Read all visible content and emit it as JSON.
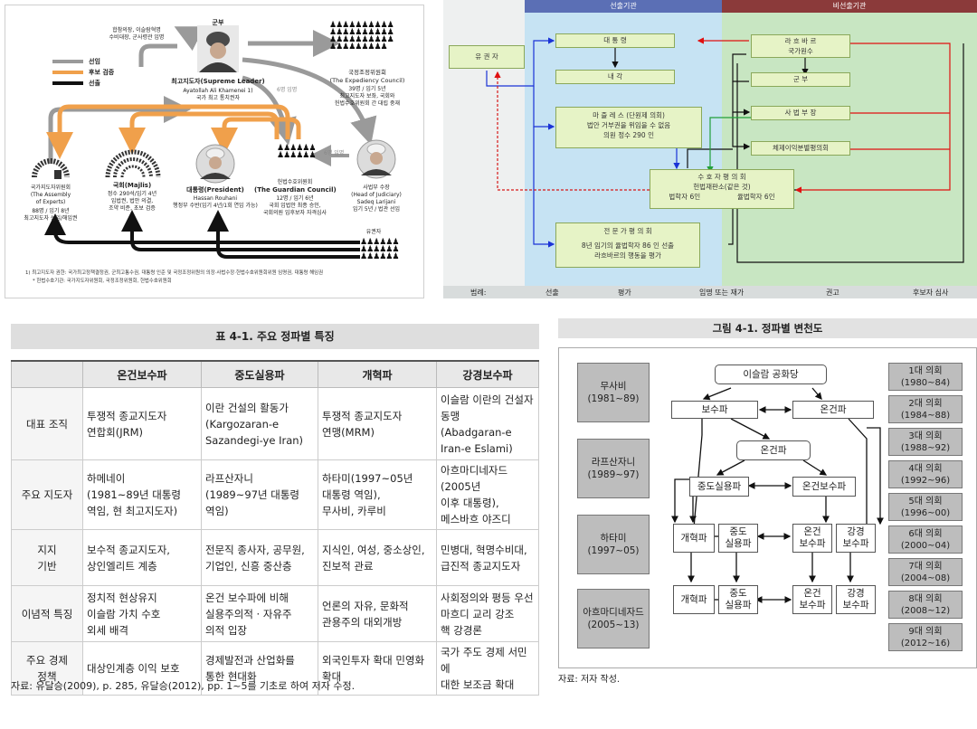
{
  "panel_a": {
    "army": "군부",
    "army_sub1": "합참의장, 이슬람혁명",
    "army_sub2": "수비대장, 군사령관 임명",
    "legend_1": "선임",
    "legend_2": "후보 검증",
    "legend_3": "선출",
    "supreme": "최고지도자(Supreme Leader)",
    "supreme_sub1": "Ayatollah Ali Khamenei 1)",
    "supreme_sub2": "국가 최고 통치권자",
    "expediency": "국정조정위원회",
    "expediency_en": "(The Expediency Council)",
    "expediency_sub1": "39명 / 임기 5년",
    "expediency_sub2": "최고지도자 보좌, 국회와",
    "expediency_sub3": "헌법수호위원회 간 대립 중재",
    "six_appoint_1": "6명 임명",
    "six_appoint_2": "6명 임명",
    "assembly": "국가지도자위원회",
    "assembly_en1": "(The Assembly",
    "assembly_en2": "of Experts)",
    "assembly_sub1": "88명 / 임기 8년",
    "assembly_sub2": "최고지도자 선임/해임권",
    "majlis": "국회(Majlis)",
    "majlis_sub1": "정수 290석/임기 4년",
    "majlis_sub2": "입법권, 법안 의결,",
    "majlis_sub3": "조약 비준, 초보 검증",
    "president": "대통령(President)",
    "president_sub1": "Hassan Rouhani",
    "president_sub2": "행정부 수반(임기 4년/1회 연임 가능)",
    "guardian": "헌법수호위원회",
    "guardian_en": "(The Guardian Council)",
    "guardian_sub1": "12명 / 임기 6년",
    "guardian_sub2": "국회 입법안 최종 승인,",
    "guardian_sub3": "국회의원 입후보자 자격심사",
    "judiciary": "사법부 수장",
    "judiciary_en": "(Head of Judiciary)",
    "judiciary_sub1": "Sadeq Larijani",
    "judiciary_sub2": "임기 5년 / 법관 선임",
    "voters": "유권자",
    "footnote_1": "1) 최고지도자 권한: 국가최고정책결정권, 군최고통수권, 대통령 인준 및 국정조정위원의 의장·사법수장·헌법수호위원회위원 임명권, 대통령 해임권",
    "footnote_2": "* 헌법수호기관: 국가지도자위원회, 국정조정위원회, 헌법수호위원회"
  },
  "panel_b": {
    "header_left": "선출기관",
    "header_right": "비선출기관",
    "voter": "유 권 자",
    "president": "대 통 령",
    "cabinet": "내    각",
    "majlis": "마 즐 레 스 (단원제 의회)",
    "majlis_sub1": "법안 거부권을 위임을 수 없음",
    "majlis_sub2": "의원 정수 290 인",
    "leader": "라 흐 바 르",
    "leader_sub": "국가원수",
    "army": "군    부",
    "judiciary": "사 법 부 장",
    "expediency": "체제이익분별평의회",
    "guardian": "수 호 자 평 의 회",
    "guardian_sub1": "헌법재판소(같은 것)",
    "guardian_sub2": "법학자 6인",
    "guardian_sub3": "율법학자 6인",
    "experts": "전 문 가 평 의 회",
    "experts_sub1": "8년 임기의 율법학자 86 인 선출",
    "experts_sub2": "라흐바르의 행동을 평가",
    "legend_label": "범례:",
    "legend_1": "선출",
    "legend_2": "평가",
    "legend_3": "임명 또는 재가",
    "legend_4": "권고",
    "legend_5": "후보자 심사",
    "colors": {
      "blue": "#1a33d6",
      "red": "#e01010",
      "black": "#111111",
      "green": "#22a03a",
      "dashed_red": "#d81818",
      "elected_bg": "#c6e3f3",
      "unelected_bg": "#c8e6c2",
      "box": "#e6f3c6"
    }
  },
  "table": {
    "title": "표 4-1. 주요 정파별 특징",
    "columns": [
      "",
      "온건보수파",
      "중도실용파",
      "개혁파",
      "강경보수파"
    ],
    "rows": [
      {
        "head": "대표 조직",
        "cells": [
          "투쟁적 종교지도자\n연합회(JRM)",
          "이란 건설의 활동가\n(Kargozaran-e\nSazandegi-ye Iran)",
          "투쟁적 종교지도자\n연맹(MRM)",
          "이슬람 이란의 건설자\n동맹\n(Abadgaran-e\nIran-e Eslami)"
        ]
      },
      {
        "head": "주요 지도자",
        "cells": [
          "하메네이\n(1981~89년 대통령\n역임, 현 최고지도자)",
          "라프산자니\n(1989~97년 대통령\n역임)",
          "하타미(1997~05년\n대통령 역임),\n무사비, 카루비",
          "아흐마디네자드(2005년\n이후 대통령),\n메스바흐 야즈디"
        ]
      },
      {
        "head": "지지\n기반",
        "cells": [
          "보수적 종교지도자,\n상인엘리트 계층",
          "전문직 종사자, 공무원,\n기업인, 신흥 중산층",
          "지식인, 여성, 중소상인,\n진보적 관료",
          "민병대, 혁명수비대,\n급진적 종교지도자"
        ]
      },
      {
        "head": "이념적 특징",
        "cells": [
          "정치적 현상유지\n이슬람 가치 수호\n외세 배격",
          "온건 보수파에 비해\n실용주의적 · 자유주\n의적 입장",
          "언론의 자유, 문화적\n관용주의 대외개방",
          "사회정의와 평등 우선\n마흐디 교리 강조\n핵 강경론"
        ]
      },
      {
        "head": "주요 경제\n정책",
        "cells": [
          "대상인계층 이익 보호",
          "경제발전과 산업화를\n통한 현대화",
          "외국인투자 확대 민영화\n확대",
          "국가 주도 경제 서민에\n대한 보조금 확대"
        ]
      }
    ],
    "note": "자료: 유달승(2009), p. 285, 유달승(2012), pp. 1~5를 기초로 하여 저자 수정."
  },
  "figure": {
    "title": "그림 4-1. 정파별 변천도",
    "eras": [
      "무사비\n(1981~89)",
      "라프산자니\n(1989~97)",
      "하타미\n(1997~05)",
      "아흐마디네자드\n(2005~13)"
    ],
    "parliaments": [
      "1대 의회\n(1980~84)",
      "2대 의회\n(1984~88)",
      "3대 의회\n(1988~92)",
      "4대 의회\n(1992~96)",
      "5대 의회\n(1996~00)",
      "6대 의회\n(2000~04)",
      "7대 의회\n(2004~08)",
      "8대 의회\n(2008~12)",
      "9대 의회\n(2012~16)"
    ],
    "party_root": "이슬람 공화당",
    "conservative": "보수파",
    "moderate_a": "온건파",
    "moderate_b": "온건파",
    "pragmatic_1": "중도실용파",
    "mod_cons_1": "온건보수파",
    "reform_1": "개혁파",
    "pragmatic_2": "중도\n실용파",
    "mod_cons_2": "온건\n보수파",
    "hardline_1": "강경\n보수파",
    "reform_2": "개혁파",
    "pragmatic_3": "중도\n실용파",
    "mod_cons_3": "온건\n보수파",
    "hardline_2": "강경\n보수파",
    "note": "자료: 저자 작성."
  }
}
